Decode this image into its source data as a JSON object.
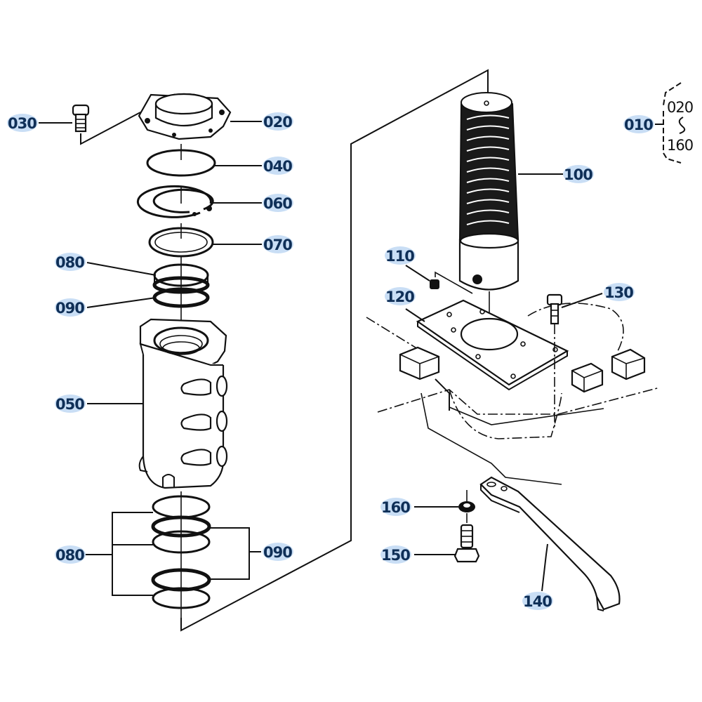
{
  "diagram": {
    "title": "Swivel joint assembly exploded parts diagram",
    "label_highlight_color": "#c9def5",
    "label_text_color": "#0f2f57",
    "callouts": [
      {
        "id": "010",
        "part": "assembly"
      },
      {
        "id": "020",
        "part": "cover"
      },
      {
        "id": "030",
        "part": "bolt"
      },
      {
        "id": "040",
        "part": "o-ring"
      },
      {
        "id": "050",
        "part": "swivel-body"
      },
      {
        "id": "060",
        "part": "snap-ring"
      },
      {
        "id": "070",
        "part": "washer"
      },
      {
        "id": "080",
        "part": "seal"
      },
      {
        "id": "090",
        "part": "o-ring"
      },
      {
        "id": "100",
        "part": "rotor-shaft"
      },
      {
        "id": "110",
        "part": "plug"
      },
      {
        "id": "120",
        "part": "plate"
      },
      {
        "id": "130",
        "part": "bolt"
      },
      {
        "id": "140",
        "part": "stopper-arm"
      },
      {
        "id": "150",
        "part": "bolt"
      },
      {
        "id": "160",
        "part": "washer"
      }
    ],
    "assembly_range": {
      "from": "020",
      "to": "160",
      "separator": "~"
    }
  }
}
